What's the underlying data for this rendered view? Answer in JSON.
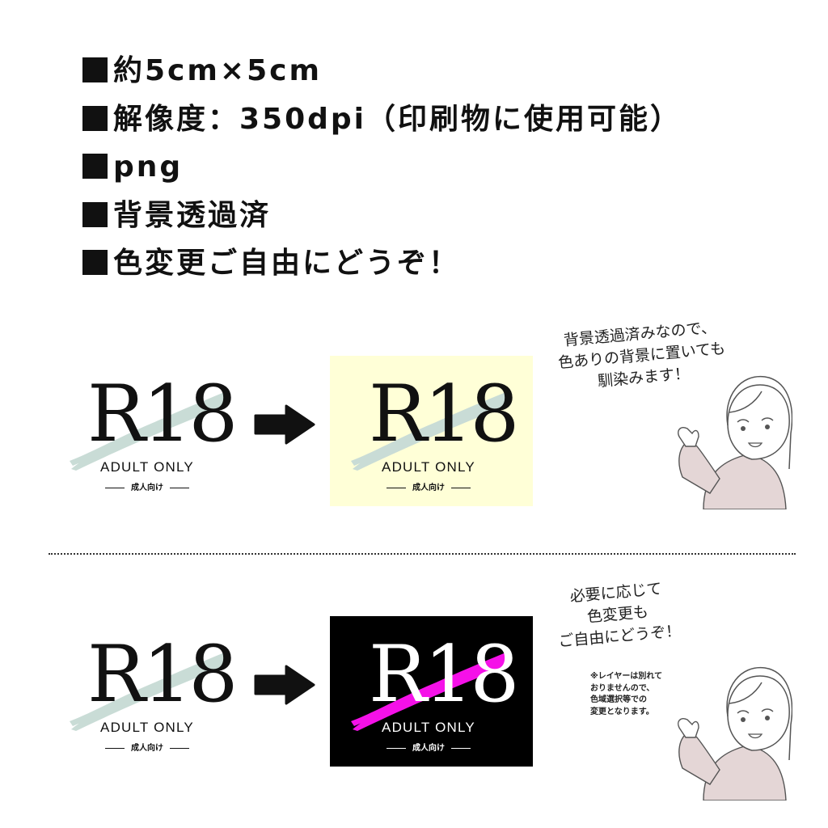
{
  "specs": [
    "約5cm×5cm",
    "解像度：350dpi（印刷物に使用可能）",
    "png",
    "背景透過済",
    "色変更ご自由にどうぞ！"
  ],
  "logo": {
    "main": "R18",
    "tagline": "ADULT ONLY",
    "subtitle": "成人向け"
  },
  "colors": {
    "brush_default": "#c9dcd6",
    "brush_custom": "#f511e8",
    "panel_cream": "#ffffd7",
    "panel_black": "#000000",
    "sweater": "#e4d6d6"
  },
  "bubble1": [
    "背景透過済みなので、",
    "色ありの背景に置いても",
    "馴染みます！"
  ],
  "bubble2": [
    "必要に応じて",
    "色変更も",
    "ご自由にどうぞ！"
  ],
  "note": [
    "※レイヤーは別れて",
    "おりませんので、",
    "色域選択等での",
    "変更となります。"
  ]
}
